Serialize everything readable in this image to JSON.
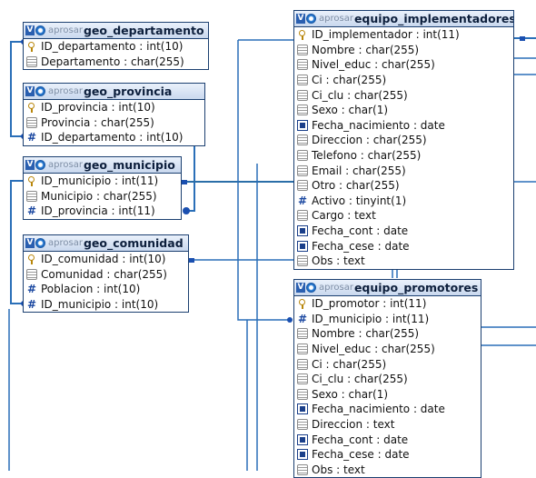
{
  "database": "aprosar",
  "icons": [
    "v-badge-icon",
    "gear-icon",
    "key-icon",
    "text-field-icon",
    "number-hash-icon",
    "date-field-icon"
  ],
  "tables": [
    {
      "id": "geo_departamento",
      "name": "geo_departamento",
      "columns": [
        {
          "icon": "key",
          "label": "ID_departamento : int(10)"
        },
        {
          "icon": "txt",
          "label": "Departamento : char(255)"
        }
      ]
    },
    {
      "id": "geo_provincia",
      "name": "geo_provincia",
      "columns": [
        {
          "icon": "key",
          "label": "ID_provincia : int(10)"
        },
        {
          "icon": "txt",
          "label": "Provincia : char(255)"
        },
        {
          "icon": "num",
          "label": "ID_departamento : int(10)"
        }
      ]
    },
    {
      "id": "geo_municipio",
      "name": "geo_municipio",
      "columns": [
        {
          "icon": "key",
          "label": "ID_municipio : int(11)"
        },
        {
          "icon": "txt",
          "label": "Municipio : char(255)"
        },
        {
          "icon": "num",
          "label": "ID_provincia : int(11)"
        }
      ]
    },
    {
      "id": "geo_comunidad",
      "name": "geo_comunidad",
      "columns": [
        {
          "icon": "key",
          "label": "ID_comunidad : int(10)"
        },
        {
          "icon": "txt",
          "label": "Comunidad : char(255)"
        },
        {
          "icon": "num",
          "label": "Poblacion : int(10)"
        },
        {
          "icon": "num",
          "label": "ID_municipio : int(10)"
        }
      ]
    },
    {
      "id": "equipo_implementadores",
      "name": "equipo_implementadores",
      "columns": [
        {
          "icon": "key",
          "label": "ID_implementador : int(11)"
        },
        {
          "icon": "txt",
          "label": "Nombre : char(255)"
        },
        {
          "icon": "txt",
          "label": "Nivel_educ : char(255)"
        },
        {
          "icon": "txt",
          "label": "Ci : char(255)"
        },
        {
          "icon": "txt",
          "label": "Ci_clu : char(255)"
        },
        {
          "icon": "txt",
          "label": "Sexo : char(1)"
        },
        {
          "icon": "date",
          "label": "Fecha_nacimiento : date"
        },
        {
          "icon": "txt",
          "label": "Direccion : char(255)"
        },
        {
          "icon": "txt",
          "label": "Telefono : char(255)"
        },
        {
          "icon": "txt",
          "label": "Email : char(255)"
        },
        {
          "icon": "txt",
          "label": "Otro : char(255)"
        },
        {
          "icon": "num",
          "label": "Activo : tinyint(1)"
        },
        {
          "icon": "txt",
          "label": "Cargo : text"
        },
        {
          "icon": "date",
          "label": "Fecha_cont : date"
        },
        {
          "icon": "date",
          "label": "Fecha_cese : date"
        },
        {
          "icon": "txt",
          "label": "Obs : text"
        }
      ]
    },
    {
      "id": "equipo_promotores",
      "name": "equipo_promotores",
      "columns": [
        {
          "icon": "key",
          "label": "ID_promotor : int(11)"
        },
        {
          "icon": "num",
          "label": "ID_municipio : int(11)"
        },
        {
          "icon": "txt",
          "label": "Nombre : char(255)"
        },
        {
          "icon": "txt",
          "label": "Nivel_educ : char(255)"
        },
        {
          "icon": "txt",
          "label": "Ci : char(255)"
        },
        {
          "icon": "txt",
          "label": "Ci_clu : char(255)"
        },
        {
          "icon": "txt",
          "label": "Sexo : char(1)"
        },
        {
          "icon": "date",
          "label": "Fecha_nacimiento : date"
        },
        {
          "icon": "txt",
          "label": "Direccion : text"
        },
        {
          "icon": "date",
          "label": "Fecha_cont : date"
        },
        {
          "icon": "date",
          "label": "Fecha_cese : date"
        },
        {
          "icon": "txt",
          "label": "Obs : text"
        }
      ]
    }
  ]
}
